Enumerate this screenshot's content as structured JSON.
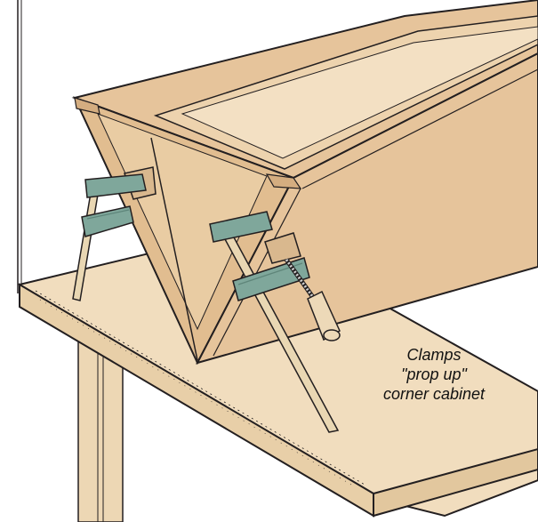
{
  "caption": {
    "line1": "Clamps",
    "line2": "\"prop up\"",
    "line3": "corner cabinet"
  },
  "colors": {
    "wood": "#E6C49B",
    "wood_light": "#EDD3AE",
    "wood_shadow": "#D4AD80",
    "bench": "#F1DDBE",
    "bench_edge": "#E8CFA8",
    "clamp_green": "#7FA79B",
    "clamp_dark": "#5E857A",
    "bar": "#E9D7B3",
    "wall": "#F2F2F2",
    "line": "#231F20"
  }
}
